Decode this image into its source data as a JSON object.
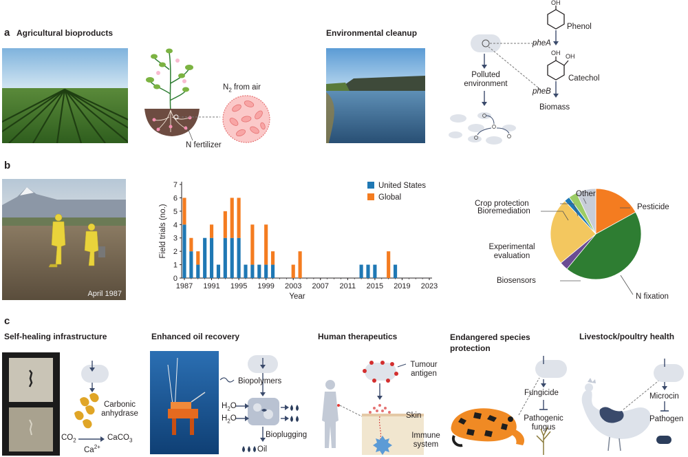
{
  "panels": {
    "a": {
      "letter": "a",
      "title_left": "Agricultural bioproducts",
      "title_right": "Environmental cleanup",
      "n2_label": "N",
      "n2_sub": "2",
      "n2_suffix": " from air",
      "n_fertilizer": "N fertilizer",
      "polluted_line1": "Polluted",
      "polluted_line2": "environment",
      "pheA": "pheA",
      "pheB": "pheB",
      "phenol": "Phenol",
      "catechol": "Catechol",
      "biomass": "Biomass",
      "oh": "OH"
    },
    "b": {
      "letter": "b",
      "photo_caption": "April 1987",
      "pie_labels": {
        "other": "Other",
        "crop_protection": "Crop protection",
        "bioremediation": "Bioremediation",
        "experimental_line1": "Experimental",
        "experimental_line2": "evaluation",
        "biosensors": "Biosensors",
        "pesticide": "Pesticide",
        "n_fixation": "N fixation"
      }
    },
    "c": {
      "letter": "c",
      "titles": {
        "self_healing": "Self-healing infrastructure",
        "oil": "Enhanced oil recovery",
        "human": "Human therapeutics",
        "endangered_line1": "Endangered species",
        "endangered_line2": "protection",
        "livestock": "Livestock/poultry health"
      },
      "carbonic_line1": "Carbonic",
      "carbonic_line2": "anhydrase",
      "co2": "CO",
      "co2_sub": "2",
      "caco3": "CaCO",
      "caco3_sub": "3",
      "ca": "Ca",
      "ca_sup": "2+",
      "biopolymers": "Biopolymers",
      "h2o_a": "H",
      "h2o_sub": "2",
      "h2o_b": "O",
      "bioplugging": "Bioplugging",
      "oil_label": "Oil",
      "tumour_line1": "Tumour",
      "tumour_line2": "antigen",
      "skin": "Skin",
      "immune_line1": "Immune",
      "immune_line2": "system",
      "fungicide": "Fungicide",
      "pathogenic_line1": "Pathogenic",
      "pathogenic_line2": "fungus",
      "microcin": "Microcin",
      "pathogen": "Pathogen"
    }
  },
  "colors": {
    "us_blue": "#1f78b4",
    "global_orange": "#f47c20",
    "pie_orange": "#f47c20",
    "pie_green": "#2e7d32",
    "pie_purple": "#6a4c93",
    "pie_yellow": "#f3c75f",
    "pie_blue": "#1f78b4",
    "pie_lightgreen": "#9ccc65",
    "pie_grey": "#c7cdd8",
    "cell_grey": "#dfe3ea"
  },
  "chart_data": [
    {
      "type": "bar",
      "stacked": true,
      "x": [
        1987,
        1988,
        1989,
        1990,
        1991,
        1992,
        1993,
        1994,
        1995,
        1996,
        1997,
        1998,
        1999,
        2000,
        2001,
        2002,
        2003,
        2004,
        2005,
        2006,
        2007,
        2008,
        2009,
        2010,
        2011,
        2012,
        2013,
        2014,
        2015,
        2016,
        2017,
        2018,
        2019,
        2020,
        2021,
        2022,
        2023
      ],
      "series": [
        {
          "name": "United States",
          "color": "#1f78b4",
          "values": [
            4,
            2,
            1,
            3,
            3,
            1,
            3,
            3,
            3,
            1,
            1,
            1,
            1,
            1,
            0,
            0,
            0,
            0,
            0,
            0,
            0,
            0,
            0,
            0,
            0,
            0,
            1,
            1,
            1,
            0,
            0,
            1,
            0,
            0,
            0,
            0,
            0
          ]
        },
        {
          "name": "Global",
          "color": "#f47c20",
          "values": [
            2,
            1,
            1,
            0,
            1,
            0,
            2,
            3,
            3,
            0,
            3,
            0,
            3,
            1,
            0,
            0,
            1,
            2,
            0,
            0,
            0,
            0,
            0,
            0,
            0,
            0,
            0,
            0,
            0,
            0,
            2,
            0,
            0,
            0,
            0,
            0,
            0
          ]
        }
      ],
      "xticks": [
        "1987",
        "1991",
        "1995",
        "1999",
        "2003",
        "2007",
        "2011",
        "2015",
        "2019",
        "2023"
      ],
      "yticks": [
        "0",
        "1",
        "2",
        "3",
        "4",
        "5",
        "6",
        "7"
      ],
      "xlabel": "Year",
      "ylabel": "Field trials (no.)",
      "ylim": [
        0,
        7
      ],
      "legend": "top-right"
    },
    {
      "type": "pie",
      "categories": [
        "Pesticide",
        "N fixation",
        "Biosensors",
        "Experimental evaluation",
        "Bioremediation",
        "Crop protection",
        "Other"
      ],
      "values": [
        17,
        44,
        3,
        24,
        2,
        3,
        7
      ],
      "unit": "%"
    }
  ]
}
